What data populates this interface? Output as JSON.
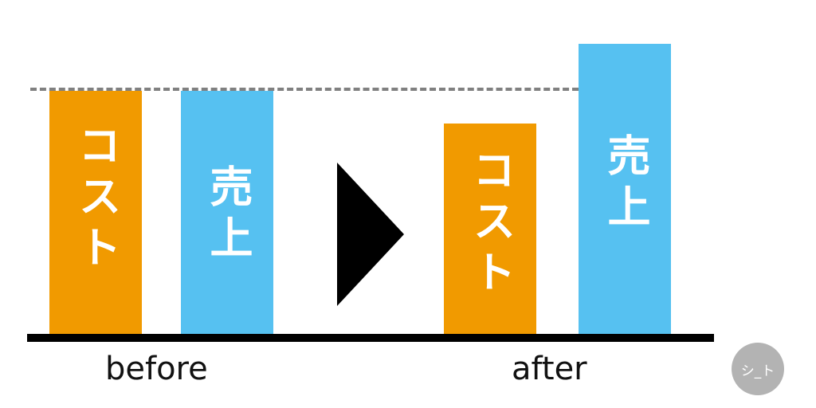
{
  "labels": {
    "cost": "コスト",
    "sales": "売上",
    "before": "before",
    "after": "after"
  },
  "badge": "シ_ト",
  "colors": {
    "cost": "#f19a00",
    "sales": "#56c1f1",
    "baseline": "#000000",
    "reference_line": "#808080",
    "arrow": "#000000",
    "badge": "#b3b3b3"
  },
  "icons": {
    "transition": "right-triangle-arrow"
  }
}
